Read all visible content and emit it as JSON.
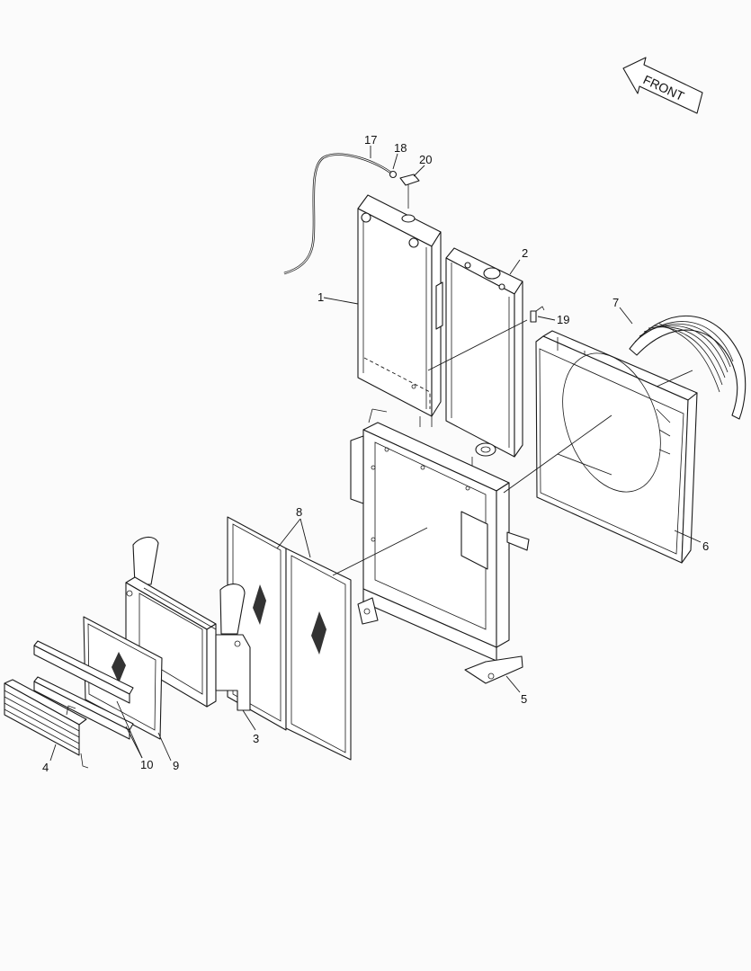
{
  "direction_label": "FRONT",
  "callouts": {
    "c1": "1",
    "c2": "2",
    "c3": "3",
    "c4": "4",
    "c5": "5",
    "c6": "6",
    "c7": "7",
    "c8": "8",
    "c9": "9",
    "c10": "10",
    "c17": "17",
    "c18": "18",
    "c19": "19",
    "c20": "20"
  }
}
